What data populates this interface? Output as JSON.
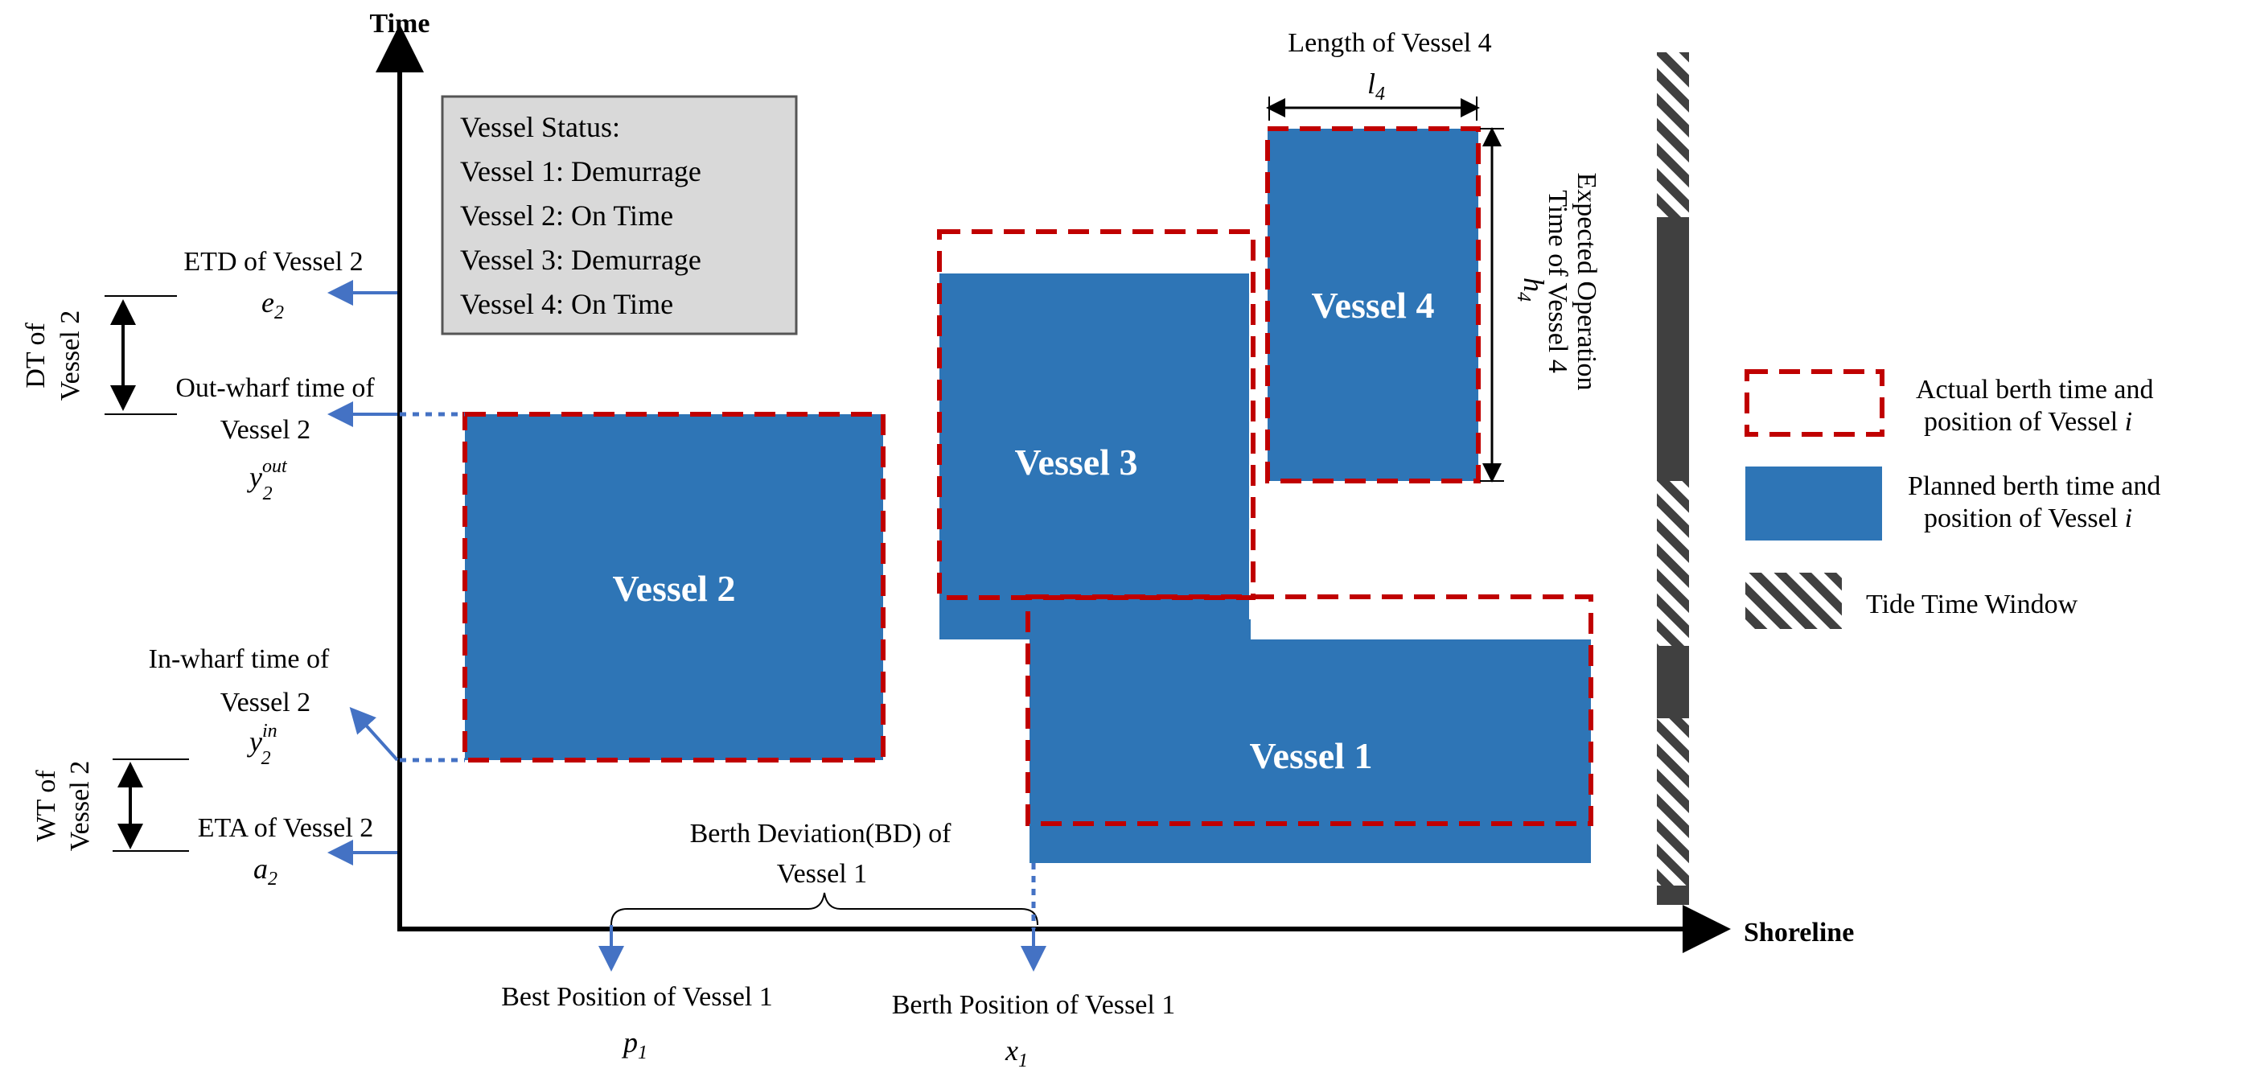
{
  "axes": {
    "y_title": "Time",
    "x_title": "Shoreline"
  },
  "status_box": {
    "lines": [
      "Vessel Status:",
      "Vessel 1: Demurrage",
      "Vessel 2: On Time",
      "Vessel 3: Demurrage",
      "Vessel 4: On Time"
    ]
  },
  "vessels": {
    "v1": "Vessel 1",
    "v2": "Vessel 2",
    "v3": "Vessel 3",
    "v4": "Vessel 4"
  },
  "left_labels": {
    "etd": "ETD of Vessel 2",
    "etd_sym": "e",
    "etd_sub": "2",
    "out": "Out-wharf time of",
    "out2": "Vessel 2",
    "out_sym": "y",
    "out_sub": "2",
    "out_sup": "out",
    "in": "In-wharf time of",
    "in2": "Vessel 2",
    "in_sym": "y",
    "in_sub": "2",
    "in_sup": "in",
    "eta": "ETA of Vessel 2",
    "eta_sym": "a",
    "eta_sub": "2",
    "dt1": "DT of",
    "dt2": "Vessel 2",
    "wt1": "WT of",
    "wt2": "Vessel 2"
  },
  "bottom_labels": {
    "bd1": "Berth Deviation(BD) of",
    "bd2": "Vessel 1",
    "best": "Best Position of Vessel 1",
    "best_sym": "p",
    "best_sub": "1",
    "berth": "Berth Position of Vessel 1",
    "berth_sym": "x",
    "berth_sub": "1"
  },
  "top_labels": {
    "length": "Length of Vessel 4",
    "l_sym": "l",
    "l_sub": "4",
    "h_sym": "h",
    "h_sub": "4",
    "expected1": "Expected Operation",
    "expected2": "Time of Vessel 4"
  },
  "legend": {
    "actual1": "Actual berth time and",
    "actual2": "position of Vessel ",
    "actual_i": "i",
    "planned1": "Planned berth time and",
    "planned2": "position of Vessel ",
    "planned_i": "i",
    "tide": "Tide Time Window"
  },
  "colors": {
    "planned_fill": "#2E75B6",
    "actual_stroke": "#C00000",
    "status_fill": "#D9D9D9",
    "arrow_blue": "#4472C4",
    "tide_dark": "#404040"
  }
}
